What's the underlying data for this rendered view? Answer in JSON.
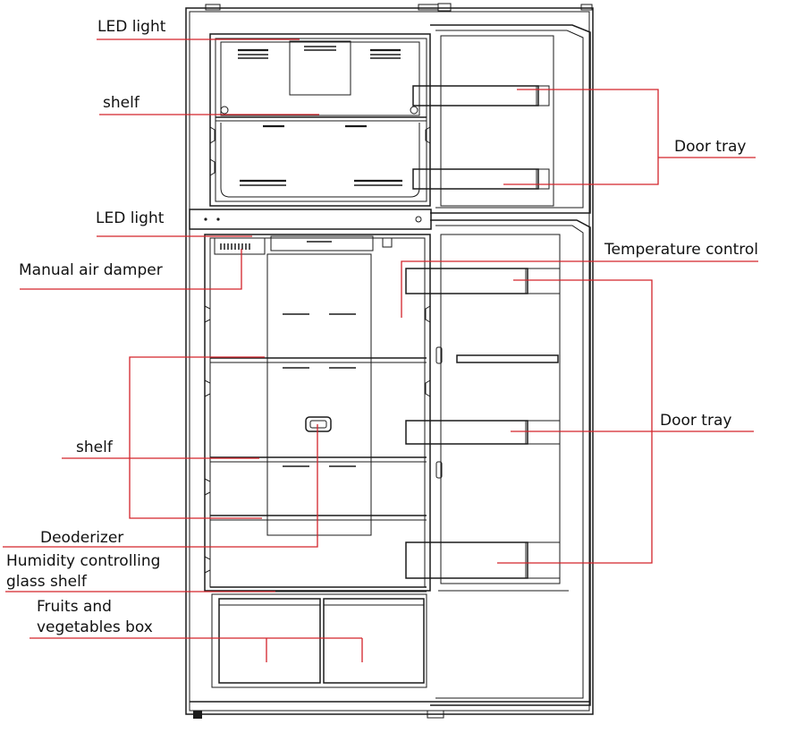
{
  "labels": {
    "led_light_top": "LED light",
    "shelf_top": "shelf",
    "door_tray_top": "Door tray",
    "led_light_mid": "LED light",
    "temperature_control": "Temperature control",
    "manual_air_damper": "Manual air damper",
    "door_tray_bottom": "Door tray",
    "shelf_bottom": "shelf",
    "deodorizer": "Deoderizer",
    "humidity_line1": "Humidity controlling",
    "humidity_line2": "glass shelf",
    "fruits_line1": "Fruits and",
    "fruits_line2": "vegetables box"
  },
  "colors": {
    "leader_line": "#d3242b",
    "line_art": "#1b1b1b",
    "text": "#111111",
    "background": "#ffffff"
  }
}
